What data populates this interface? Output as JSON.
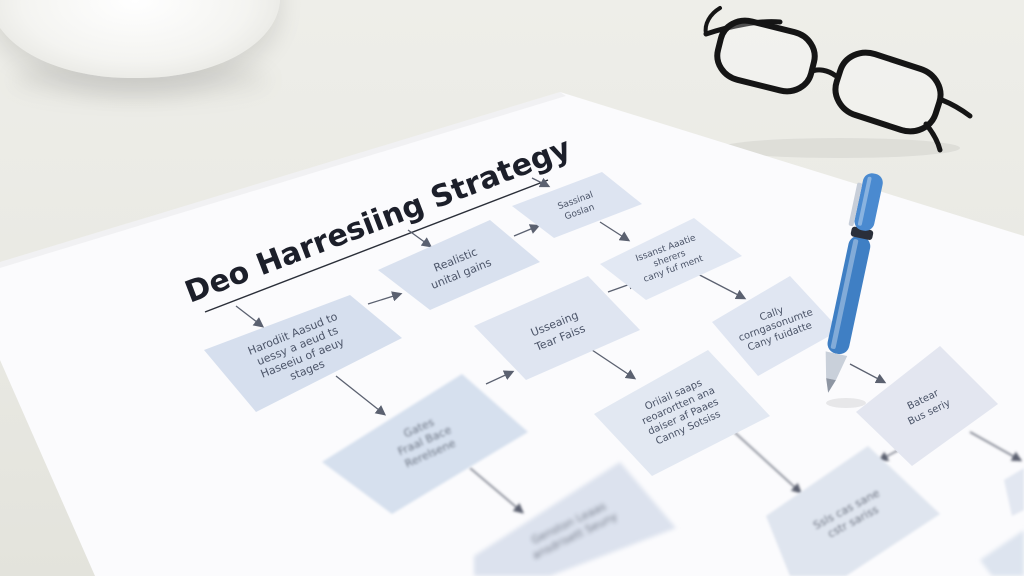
{
  "document": {
    "title": "Deo Harresiing Strategy"
  },
  "flowchart": {
    "boxes": [
      {
        "id": "b1",
        "lines": [
          "Harodiit Aasud to",
          "uessy a aeud ts",
          "Haseeiu of aeuy",
          "stages"
        ]
      },
      {
        "id": "b2",
        "lines": [
          "Realistic",
          "unital gains"
        ]
      },
      {
        "id": "b3",
        "lines": [
          "Sassinal",
          "Goslan"
        ]
      },
      {
        "id": "b4",
        "lines": [
          "Usseaing",
          "Tear Faiss"
        ]
      },
      {
        "id": "b5",
        "lines": [
          "Issanst Aaatie",
          "sherers",
          "cany fuf ment"
        ]
      },
      {
        "id": "b6",
        "lines": [
          "Cally",
          "corngasonumte",
          "Cany fuidatte"
        ]
      },
      {
        "id": "b7",
        "lines": [
          "Gates",
          "Fraal Bace",
          "Rerelsene"
        ]
      },
      {
        "id": "b8",
        "lines": [
          "Oriiail saaps",
          "reoarortten ana",
          "daiser af Paaes",
          "Canny Sotsiss"
        ]
      },
      {
        "id": "b9",
        "lines": [
          "Batear",
          "Bus seriy"
        ]
      },
      {
        "id": "b10",
        "lines": [
          "Genston Leaas",
          "ansdrisett Seuny"
        ]
      },
      {
        "id": "b11",
        "lines": [
          "Ssls cas sane",
          "cstr sariss"
        ]
      }
    ]
  },
  "colors": {
    "paper": "#fbfbfd",
    "box_fill": "#d9e1ef",
    "box_fill_light": "#e3e8f3",
    "arrow": "#5b6170",
    "pen_body": "#3f7fc4",
    "glasses_frame": "#151515"
  },
  "icons": {
    "pen": "ballpoint-pen-icon",
    "glasses": "eyeglasses-icon",
    "bowl": "bowl-icon"
  }
}
